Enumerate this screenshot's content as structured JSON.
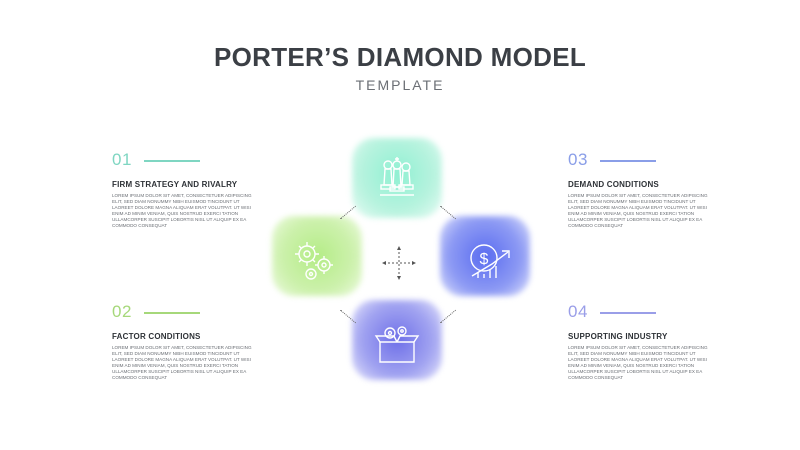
{
  "header": {
    "title": "PORTER’S DIAMOND MODEL",
    "subtitle": "TEMPLATE"
  },
  "items": [
    {
      "number": "01",
      "heading": "FIRM STRATEGY AND RIVALRY",
      "body": "LOREM IPSUM DOLOR SIT AMET, CONSECTETUER ADIPISCING ELIT, SED DIAM NONUMMY NIBH EUISMOD TINCIDUNT UT LAOREET DOLORE MAGNA ALIQUAM ERAT VOLUTPAT. UT WISI ENIM AD MINIM VENIAM, QUIS NOSTRUD EXERCI TATION ULLAMCORPER SUSCIPIT LOBORTIS NISL UT ALIQUIP EX EA COMMODO CONSEQUAT",
      "color": "#7fd6c2"
    },
    {
      "number": "02",
      "heading": "FACTOR CONDITIONS",
      "body": "LOREM IPSUM DOLOR SIT AMET, CONSECTETUER ADIPISCING ELIT, SED DIAM NONUMMY NIBH EUISMOD TINCIDUNT UT LAOREET DOLORE MAGNA ALIQUAM ERAT VOLUTPAT. UT WISI ENIM AD MINIM VENIAM, QUIS NOSTRUD EXERCI TATION ULLAMCORPER SUSCIPIT LOBORTIS NISL UT ALIQUIP EX EA COMMODO CONSEQUAT",
      "color": "#a6d87a"
    },
    {
      "number": "03",
      "heading": "DEMAND CONDITIONS",
      "body": "LOREM IPSUM DOLOR SIT AMET, CONSECTETUER ADIPISCING ELIT, SED DIAM NONUMMY NIBH EUISMOD TINCIDUNT UT LAOREET DOLORE MAGNA ALIQUAM ERAT VOLUTPAT. UT WISI ENIM AD MINIM VENIAM, QUIS NOSTRUD EXERCI TATION ULLAMCORPER SUSCIPIT LOBORTIS NISL UT ALIQUIP EX EA COMMODO CONSEQUAT",
      "color": "#8a9ee8"
    },
    {
      "number": "04",
      "heading": "SUPPORTING INDUSTRY",
      "body": "LOREM IPSUM DOLOR SIT AMET, CONSECTETUER ADIPISCING ELIT, SED DIAM NONUMMY NIBH EUISMOD TINCIDUNT UT LAOREET DOLORE MAGNA ALIQUAM ERAT VOLUTPAT. UT WISI ENIM AD MINIM VENIAM, QUIS NOSTRUD EXERCI TATION ULLAMCORPER SUSCIPIT LOBORTIS NISL UT ALIQUIP EX EA COMMODO CONSEQUAT",
      "color": "#9a9ee8"
    }
  ],
  "diagram": {
    "top_icon": "chess-pieces-icon",
    "left_icon": "gears-icon",
    "right_icon": "dollar-growth-icon",
    "bottom_icon": "box-gears-icon",
    "colors": {
      "top": "#7ee6c6",
      "left": "#9ee36a",
      "right": "#5f6ff0",
      "bottom": "#6f6ee6"
    }
  }
}
